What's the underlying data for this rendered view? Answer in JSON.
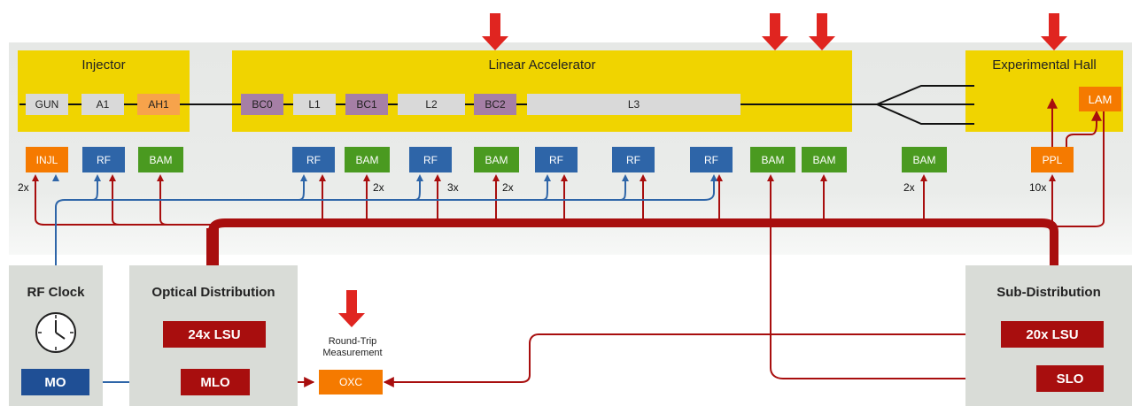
{
  "top_panels": {
    "injector": "Injector",
    "linac": "Linear Accelerator",
    "hall": "Experimental Hall"
  },
  "components": {
    "gun": "GUN",
    "a1": "A1",
    "ah1": "AH1",
    "bc0": "BC0",
    "l1": "L1",
    "bc1": "BC1",
    "l2": "L2",
    "bc2": "BC2",
    "l3": "L3",
    "lam": "LAM"
  },
  "nodes": {
    "injl": "INJL",
    "rf1": "RF",
    "bam1": "BAM",
    "rf2": "RF",
    "bam2": "BAM",
    "rf3": "RF",
    "bam3": "BAM",
    "rf4": "RF",
    "rf5": "RF",
    "rf6": "RF",
    "bam4": "BAM",
    "bam5": "BAM",
    "bam6": "BAM",
    "ppl": "PPL"
  },
  "counts": {
    "injl": "2x",
    "bam2": "2x",
    "rf3": "3x",
    "bam3": "2x",
    "bam6": "2x",
    "ppl": "10x"
  },
  "bottom": {
    "rf_clock": "RF Clock",
    "mo": "MO",
    "optical_distribution": "Optical Distribution",
    "lsu24": "24x LSU",
    "mlo": "MLO",
    "round_trip_line1": "Round-Trip",
    "round_trip_line2": "Measurement",
    "oxc": "OXC",
    "sub_distribution": "Sub-Distribution",
    "lsu20": "20x LSU",
    "slo": "SLO"
  },
  "colors": {
    "yellow_panel": "#f0d400",
    "rf_blue": "#2e65a8",
    "bam_green": "#4a9a20",
    "orange": "#f57a00",
    "dark_red": "#a80e0e",
    "arrow_red": "#e02520"
  }
}
